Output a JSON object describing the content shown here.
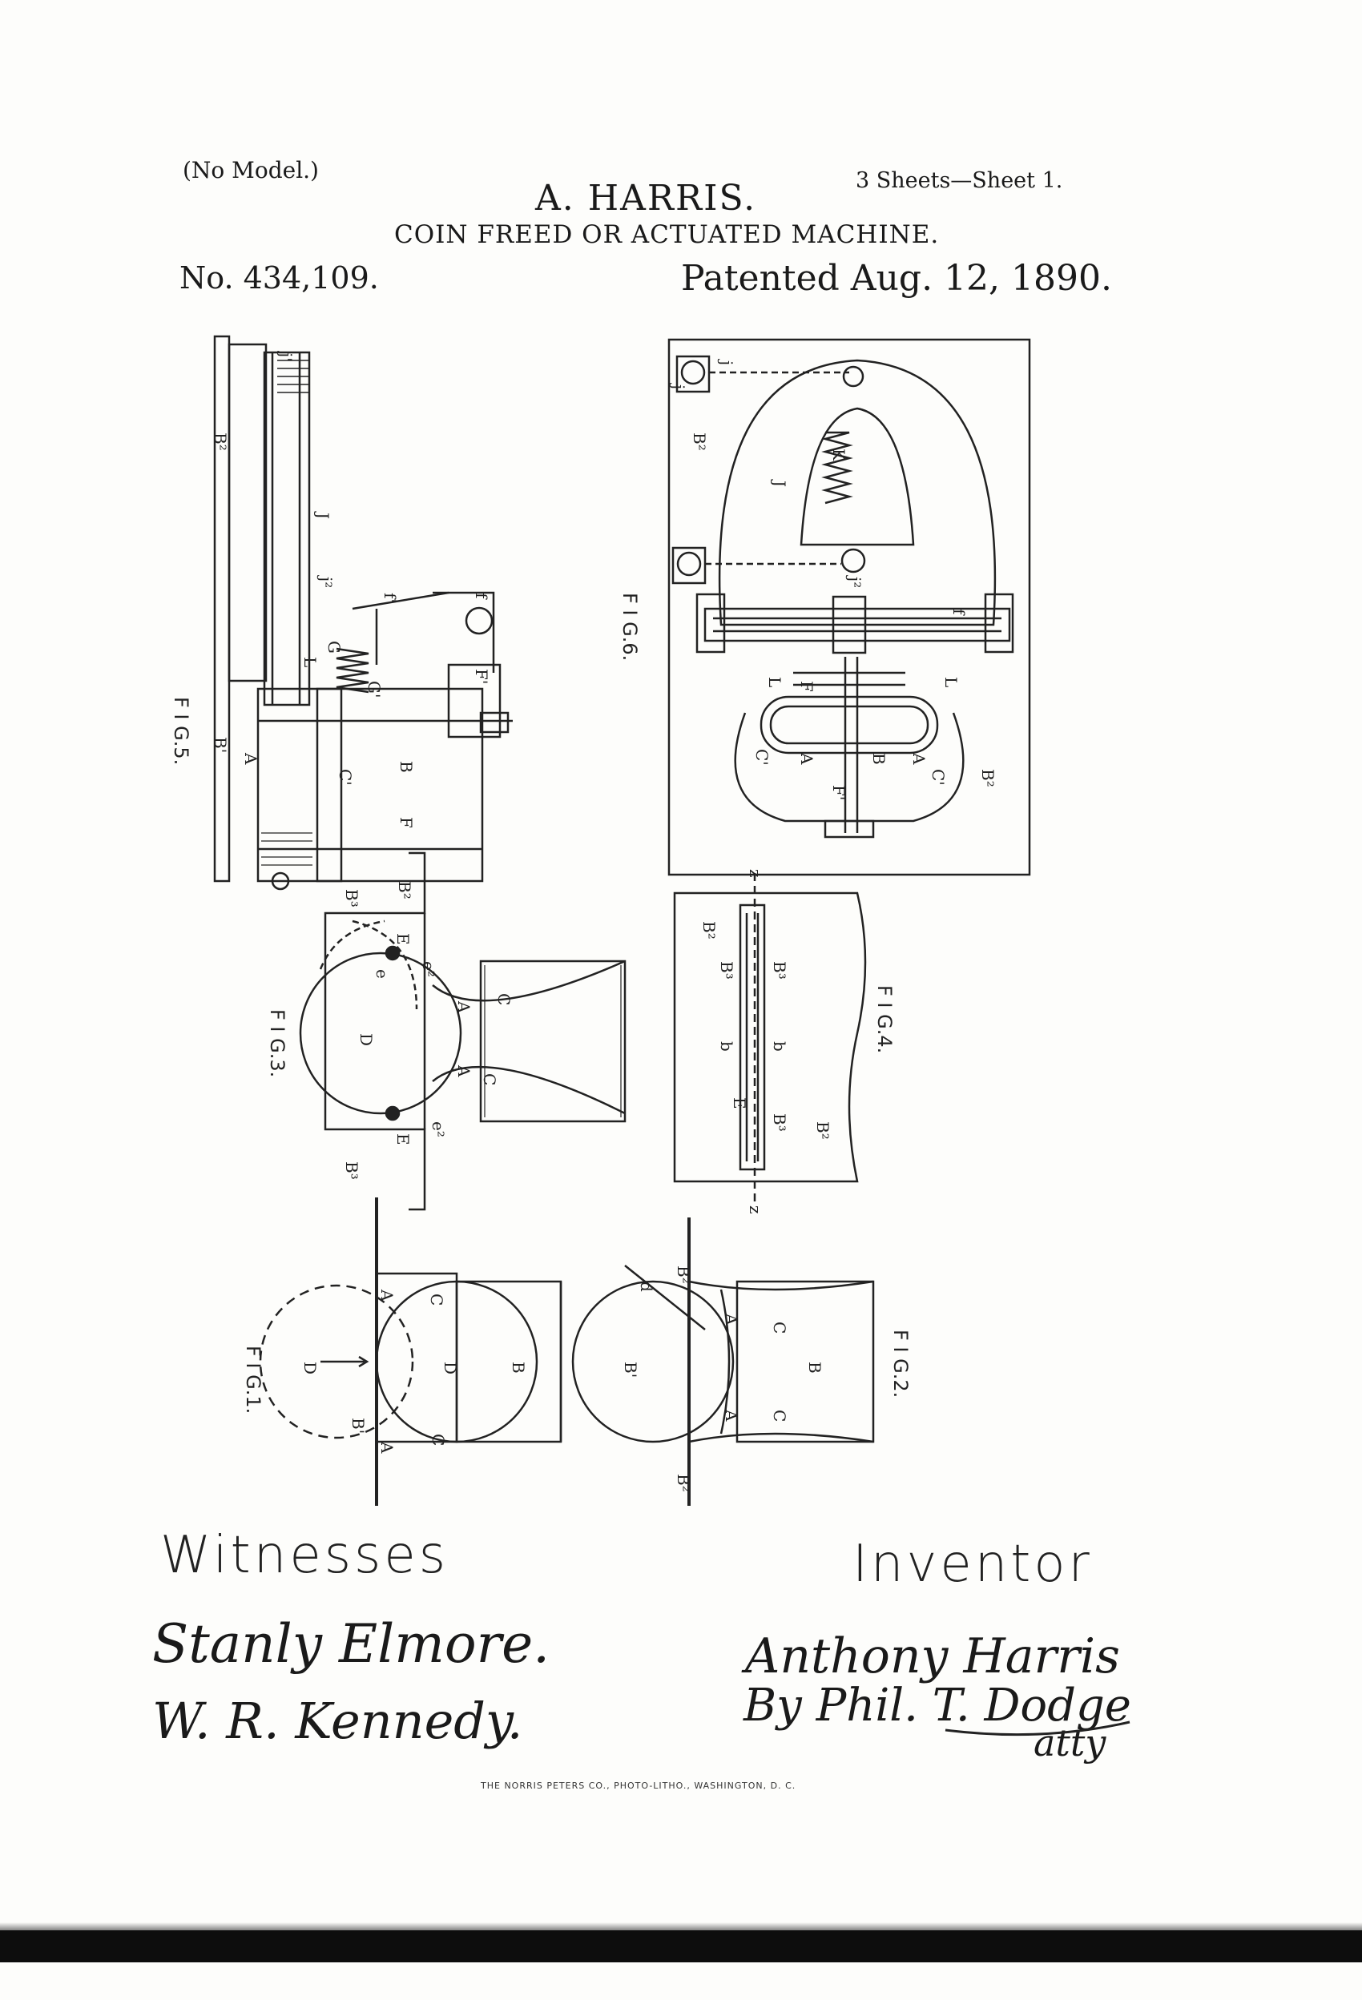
{
  "header": {
    "no_model": "(No Model.)",
    "sheets": "3 Sheets—Sheet 1.",
    "inventor": "A. HARRIS.",
    "title": "COIN FREED OR ACTUATED MACHINE.",
    "patent_no": "No. 434,109.",
    "patented": "Patented Aug. 12, 1890."
  },
  "figures": {
    "fig1": "F I G.1.",
    "fig2": "F I G.2.",
    "fig3": "F I G.3.",
    "fig4": "F I G.4.",
    "fig5": "F I G.5.",
    "fig6": "F I G.6."
  },
  "parts": {
    "A": "A",
    "B": "B",
    "B1": "B'",
    "B2": "B²",
    "B3": "B³",
    "C": "C",
    "C1": "C'",
    "D": "D",
    "E": "E",
    "F": "F",
    "F1": "F'",
    "G": "G",
    "G1": "G'",
    "J": "J",
    "K": "K",
    "L": "L",
    "d": "d",
    "e": "e",
    "e2": "e²",
    "f": "f",
    "f1": "f'",
    "j": "j",
    "j1": "j'",
    "j2": "j²",
    "b": "b",
    "z": "z"
  },
  "signatures": {
    "witnesses_label": "Witnesses",
    "witness1": "Stanly Elmore.",
    "witness2": "W. R. Kennedy.",
    "inventor_label": "Inventor",
    "inventor_signature": "Anthony Harris",
    "attorney": "By Phil. T. Dodge",
    "atty": "atty"
  },
  "printer": "THE NORRIS PETERS CO., PHOTO-LITHO., WASHINGTON, D. C."
}
